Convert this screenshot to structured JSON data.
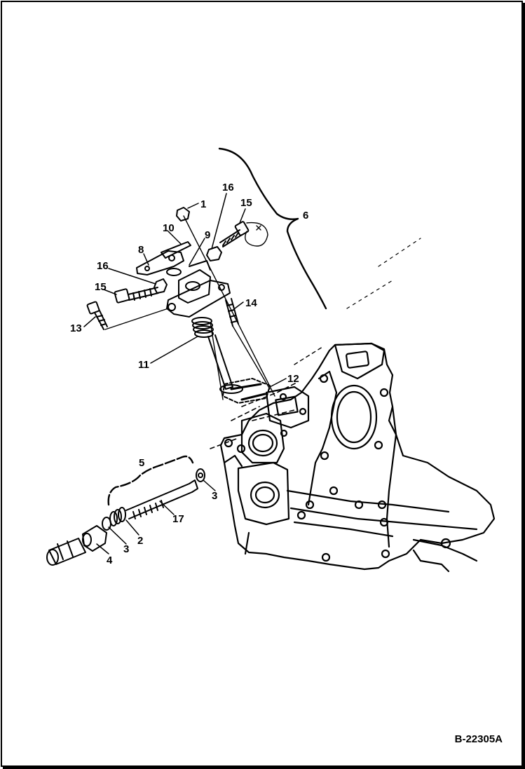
{
  "figure": {
    "code": "B-22305A",
    "callouts": [
      "1",
      "16",
      "15",
      "10",
      "9",
      "8",
      "16",
      "15",
      "6",
      "14",
      "13",
      "11",
      "12",
      "5",
      "3",
      "17",
      "2",
      "3",
      "4"
    ]
  }
}
